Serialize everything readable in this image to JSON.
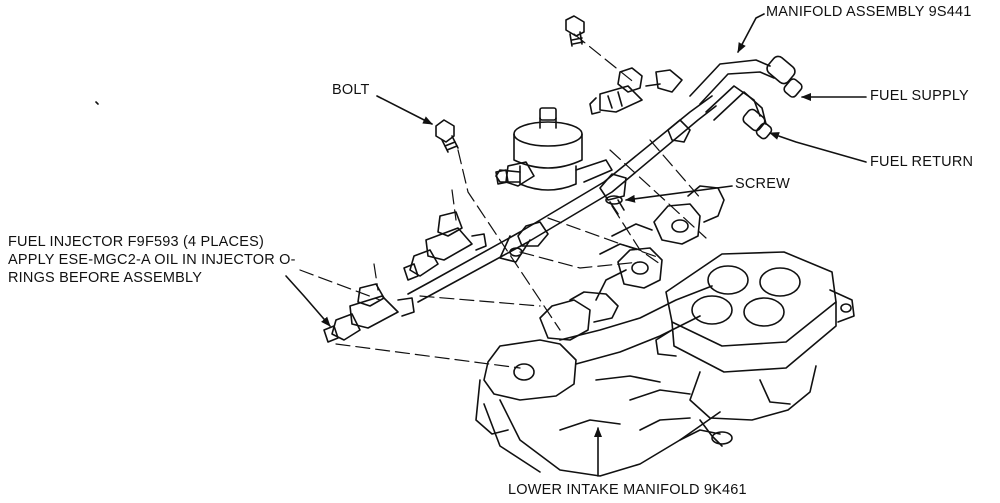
{
  "labels": {
    "manifold_assembly": "MANIFOLD ASSEMBLY 9S441",
    "fuel_supply": "FUEL SUPPLY",
    "fuel_return": "FUEL RETURN",
    "bolt": "BOLT",
    "screw": "SCREW",
    "injector_line1": "FUEL INJECTOR F9F593 (4 PLACES)",
    "injector_line2": "APPLY ESE-MGC2-A OIL IN INJECTOR O-",
    "injector_line3": "RINGS BEFORE ASSEMBLY",
    "lower_intake": "LOWER INTAKE MANIFOLD 9K461"
  },
  "colors": {
    "ink": "#111111",
    "paper": "#ffffff"
  }
}
